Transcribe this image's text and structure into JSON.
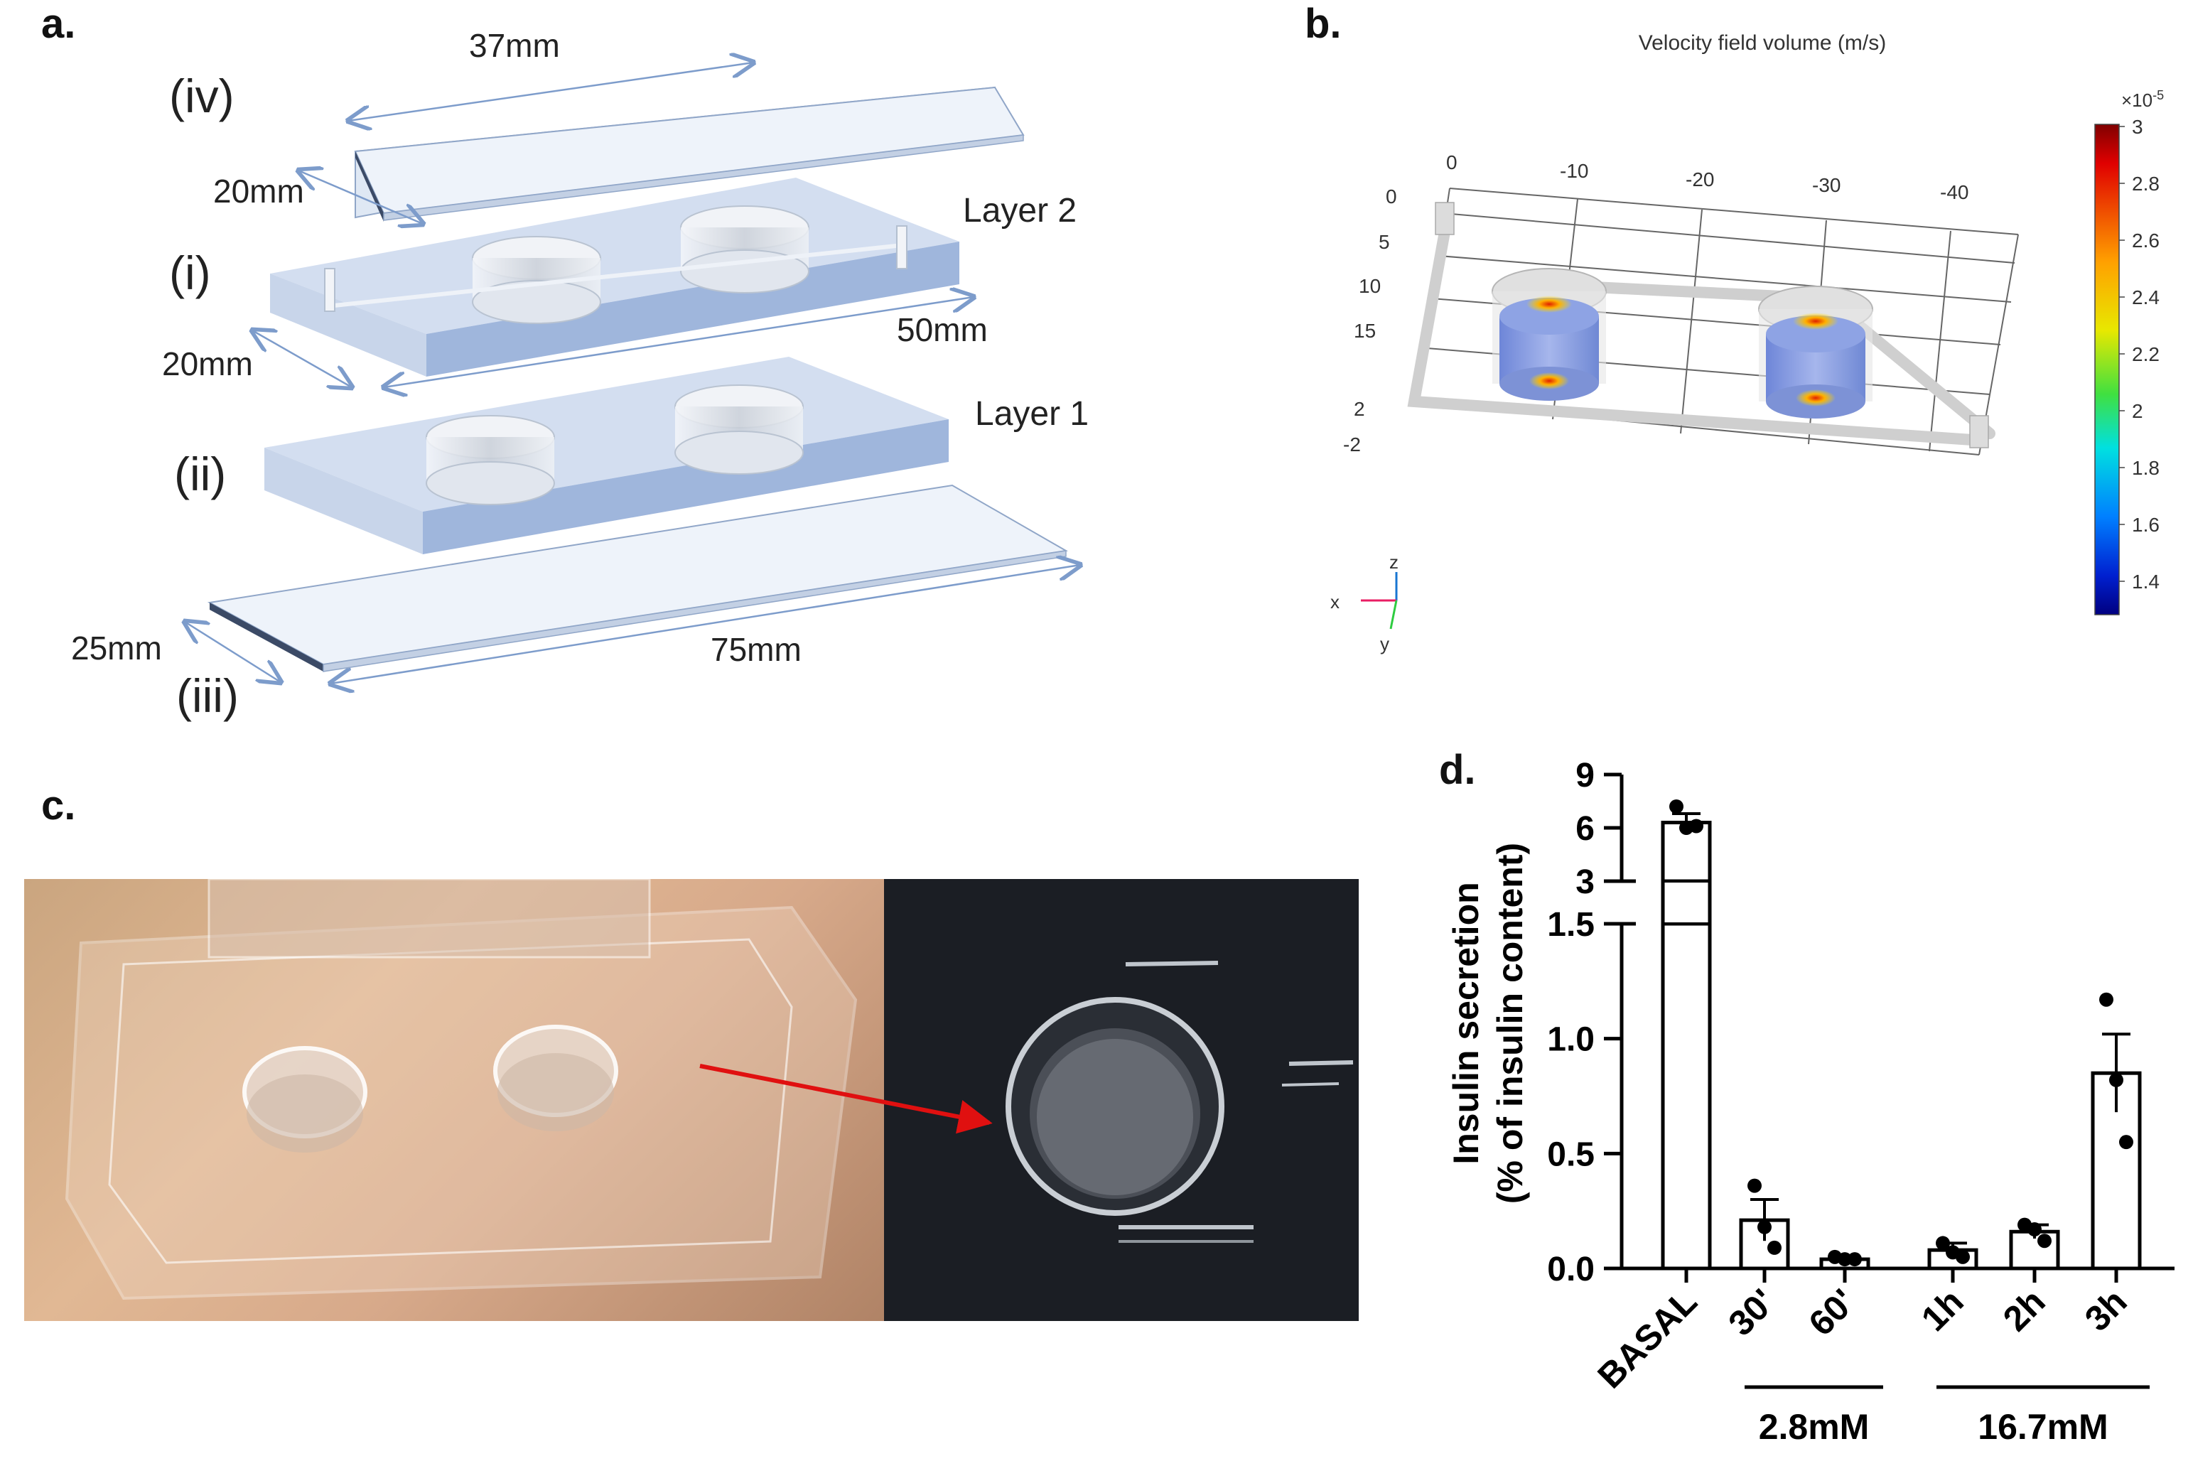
{
  "panels": {
    "a": {
      "label": "a.",
      "dims": {
        "d37": "37mm",
        "d20_top": "20mm",
        "d20_mid": "20mm",
        "d50": "50mm",
        "d25": "25mm",
        "d75": "75mm"
      },
      "layers": {
        "iv": "(iv)",
        "i": "(i)",
        "ii": "(ii)",
        "iii": "(iii)",
        "layer2": "Layer 2",
        "layer1": "Layer 1"
      },
      "colors": {
        "pdms": "#b7c9e6",
        "pdms_dark": "#94abd4",
        "glass": "#edf3fa",
        "arrow": "#7d9ccb"
      }
    },
    "b": {
      "label": "b.",
      "title": "Velocity field volume (m/s)",
      "axis_x_ticks": [
        "0",
        "-10",
        "-20",
        "-30",
        "-40"
      ],
      "axis_left_ticks": [
        "0",
        "5",
        "10",
        "15",
        "2",
        "-2"
      ],
      "colorbar": {
        "exponent": "×10",
        "exponent_power": "-5",
        "ticks": [
          "3",
          "2.8",
          "2.6",
          "2.4",
          "2.2",
          "2",
          "1.8",
          "1.6",
          "1.4"
        ]
      },
      "triad": {
        "x": "x",
        "y": "y",
        "z": "z"
      }
    },
    "c": {
      "label": "c."
    },
    "d": {
      "label": "d."
    }
  },
  "chart_data": {
    "type": "bar",
    "categories": [
      "BASAL",
      "30'",
      "60'",
      "1h",
      "2h",
      "3h"
    ],
    "values": [
      6.3,
      0.21,
      0.04,
      0.08,
      0.16,
      0.85
    ],
    "errors": [
      0.5,
      0.09,
      0.01,
      0.03,
      0.03,
      0.17
    ],
    "points": [
      [
        7.2,
        6.0,
        6.1
      ],
      [
        0.36,
        0.18,
        0.09
      ],
      [
        0.05,
        0.04,
        0.04
      ],
      [
        0.11,
        0.07,
        0.05
      ],
      [
        0.19,
        0.17,
        0.12
      ],
      [
        1.17,
        0.82,
        0.55
      ]
    ],
    "groups": [
      {
        "label": "2.8mM",
        "categories": [
          "30'",
          "60'"
        ]
      },
      {
        "label": "16.7mM",
        "categories": [
          "1h",
          "2h",
          "3h"
        ]
      }
    ],
    "ylabel_line1": "Insulin secretion",
    "ylabel_line2": "(% of insulin content)",
    "y_axis_break": true,
    "y_lower_range": [
      0,
      1.5
    ],
    "y_lower_ticks": [
      "0.0",
      "0.5",
      "1.0",
      "1.5"
    ],
    "y_upper_range": [
      3,
      9
    ],
    "y_upper_ticks": [
      "3",
      "6",
      "9"
    ],
    "grid": false,
    "bar_fill": "#ffffff",
    "bar_stroke": "#000000"
  }
}
